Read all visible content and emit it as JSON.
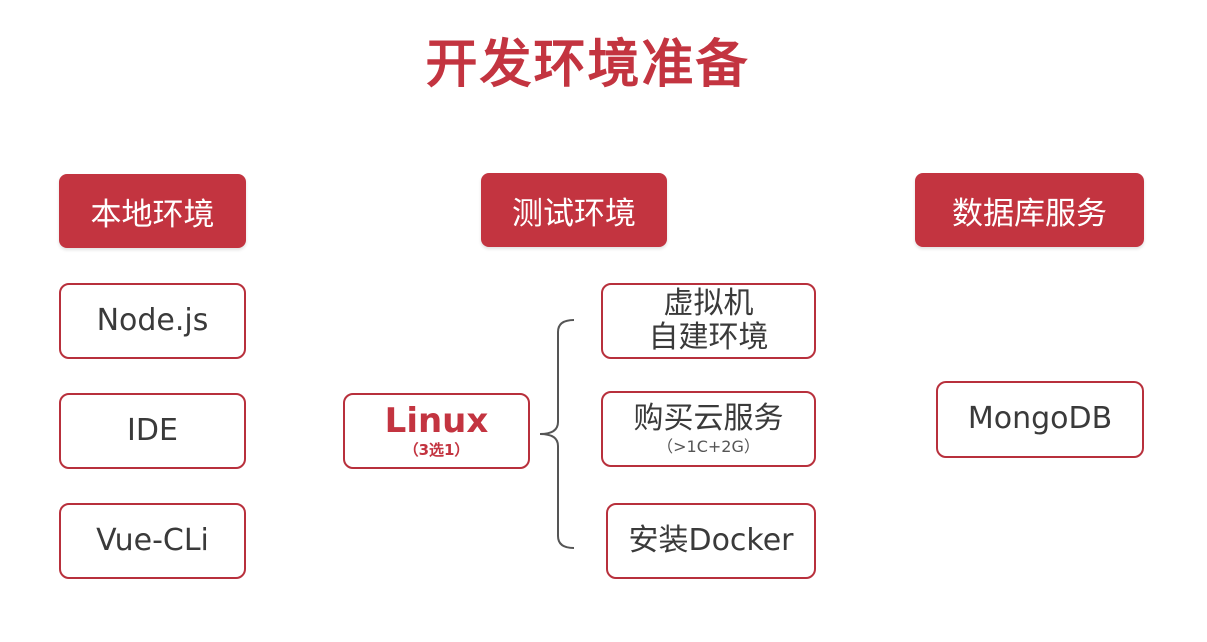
{
  "title": "开发环境准备",
  "columns": {
    "local": {
      "header": "本地环境",
      "items": [
        "Node.js",
        "IDE",
        "Vue-CLi"
      ]
    },
    "test": {
      "header": "测试环境",
      "linux": {
        "label": "Linux",
        "note": "（3选1）"
      },
      "options": {
        "vm": {
          "line1": "虚拟机",
          "line2": "自建环境"
        },
        "cloud": {
          "line1": "购买云服务",
          "line2": "（>1C+2G）"
        },
        "docker": {
          "line1": "安装Docker"
        }
      }
    },
    "db": {
      "header": "数据库服务",
      "items": [
        "MongoDB"
      ]
    }
  },
  "colors": {
    "accent": "#c33440",
    "border": "#b8303c",
    "text": "#333333"
  }
}
